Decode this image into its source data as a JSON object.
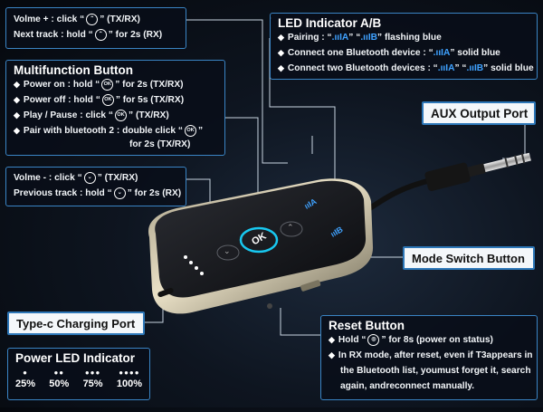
{
  "volume_box": {
    "line1": "Volme + : click “",
    "line1_end": "”  (TX/RX)",
    "line2": "Next track : hold “",
    "line2_end": "” for 2s (RX)"
  },
  "led_box": {
    "title": "LED Indicator A/B",
    "pairing": "Pairing : “",
    "pairing_sig_a": ".ııIA",
    "pairing_mid": "” “",
    "pairing_sig_b": ".ııIB",
    "pairing_end": "” flashing blue",
    "one_device": "Connect one Bluetooth device : “",
    "one_sig": ".ııIA",
    "one_end": "” solid blue",
    "two_devices": "Connect two Bluetooth devices : “",
    "two_sig_a": ".ııIA",
    "two_mid": "” “",
    "two_sig_b": ".ııIB",
    "two_end": "” solid blue"
  },
  "multi_box": {
    "title": "Multifunction Button",
    "power_on": "Power on : hold “",
    "power_on_end": "” for 2s (TX/RX)",
    "power_off": "Power off : hold “",
    "power_off_end": "” for 5s (TX/RX)",
    "play": "Play / Pause : click “",
    "play_end": "” (TX/RX)",
    "pair": "Pair with bluetooth 2 : double click “",
    "pair_end": "”",
    "pair_line2": "for 2s (TX/RX)",
    "ok_glyph": "OK"
  },
  "volume_down_box": {
    "line1": "Volme - : click “",
    "line1_end": "”  (TX/RX)",
    "line2": "Previous track : hold “",
    "line2_end": "” for 2s (RX)"
  },
  "aux_label": "AUX Output Port",
  "mode_label": "Mode Switch Button",
  "typec_label": "Type-c Charging Port",
  "power_led": {
    "title": "Power LED Indicator",
    "levels": [
      {
        "dots": "●",
        "label": "25%"
      },
      {
        "dots": "●●",
        "label": "50%"
      },
      {
        "dots": "●●●",
        "label": "75%"
      },
      {
        "dots": "●●●●",
        "label": "100%"
      }
    ]
  },
  "reset_box": {
    "title": "Reset Button",
    "hold": "Hold “",
    "hold_end": "” for 8s (power on status)",
    "rx_note_1": "In RX mode, after reset, even if T3appears in",
    "rx_note_2": "the Bluetooth list, youmust forget it, search",
    "rx_note_3": "again, andreconnect manually."
  },
  "device": {
    "ok_label": "OK",
    "led_a": "ııIA",
    "led_b": "ııIB"
  },
  "colors": {
    "accent_blue": "#3a84c4",
    "signal_blue": "#3fa2ff",
    "ok_ring": "#18c8f0"
  }
}
